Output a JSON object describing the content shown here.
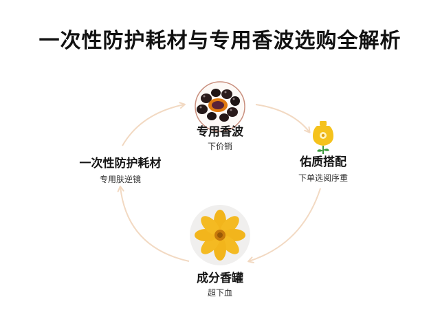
{
  "title": "一次性防护耗材与专用香波选购全解析",
  "colors": {
    "arrow": "#f2d9c2",
    "ring": "#c98f7e",
    "plate": "#f0efee",
    "flower_petal": "#f2b51c",
    "flower_center": "#c77a0c",
    "bottle": "#f5c21c",
    "leaf": "#3d9a3d"
  },
  "nodes": {
    "top": {
      "label": "专用香波",
      "sub": "下价销",
      "icon": "berries-bowl-icon"
    },
    "right": {
      "label": "佑质搭配",
      "sub": "下单选阅序重",
      "icon": "oil-bottle-flower-icon"
    },
    "bottom": {
      "label": "成分香罐",
      "sub": "超下血",
      "icon": "yellow-flower-icon"
    },
    "left": {
      "label": "一次性防护耗材",
      "sub": "专用肤逆镜",
      "icon": ""
    }
  }
}
